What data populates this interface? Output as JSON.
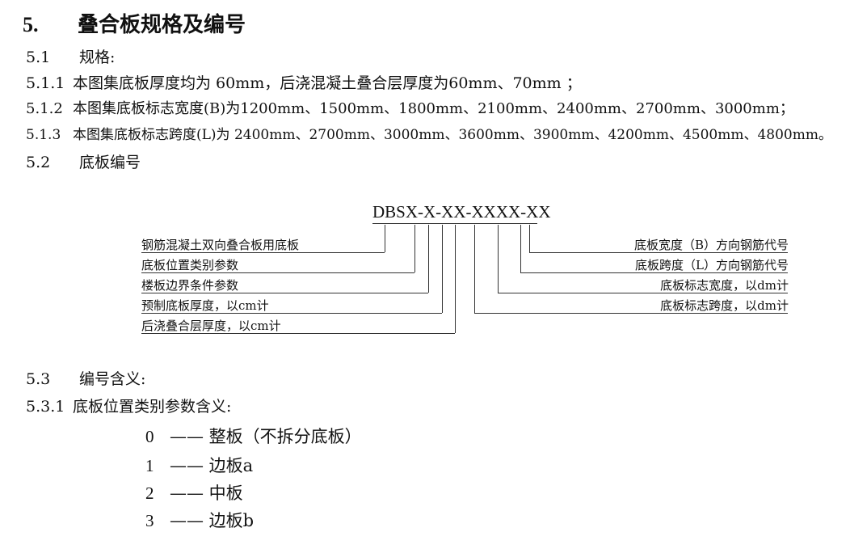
{
  "section": {
    "number": "5.",
    "title": "叠合板规格及编号"
  },
  "s51": {
    "number": "5.1",
    "text": "规格:"
  },
  "s511": {
    "number": "5.1.1",
    "text": "本图集底板厚度均为 60mm，后浇混凝土叠合层厚度为60mm、70mm ；"
  },
  "s512": {
    "number": "5.1.2",
    "text": "本图集底板标志宽度(B)为1200mm、1500mm、1800mm、2100mm、2400mm、2700mm、3000mm；"
  },
  "s513": {
    "number": "5.1.3",
    "text": "本图集底板标志跨度(L)为 2400mm、2700mm、3000mm、3600mm、3900mm、4200mm、4500mm、4800mm。"
  },
  "s52": {
    "number": "5.2",
    "text": "底板编号"
  },
  "diagram": {
    "code": "DBSX-X-XX-XXXX-XX",
    "left_labels": [
      "钢筋混凝土双向叠合板用底板",
      "底板位置类别参数",
      "楼板边界条件参数",
      "预制底板厚度，以cm计",
      "后浇叠合层厚度，以cm计"
    ],
    "right_labels": [
      "底板宽度（B）方向钢筋代号",
      "底板跨度（L）方向钢筋代号",
      "底板标志宽度，以dm计",
      "底板标志跨度，以dm计"
    ]
  },
  "s53": {
    "number": "5.3",
    "text": "编号含义:"
  },
  "s531": {
    "number": "5.3.1",
    "text": "底板位置类别参数含义:"
  },
  "meanings": [
    {
      "num": "0",
      "text": "—— 整板（不拆分底板）"
    },
    {
      "num": "1",
      "text": "—— 边板a"
    },
    {
      "num": "2",
      "text": "—— 中板"
    },
    {
      "num": "3",
      "text": "—— 边板b"
    }
  ]
}
